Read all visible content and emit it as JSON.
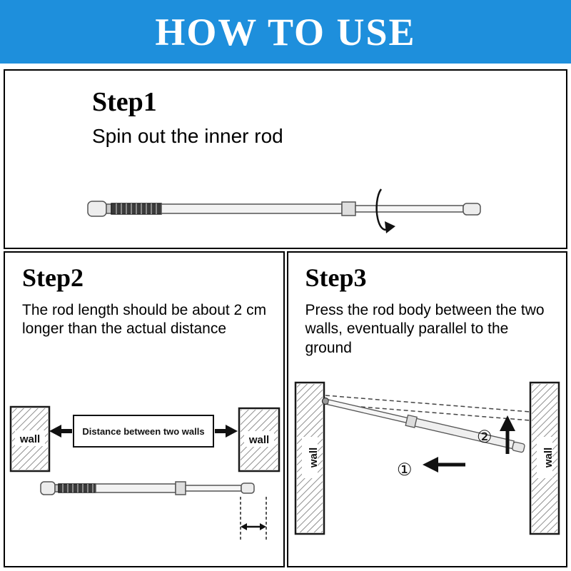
{
  "header": {
    "title": "HOW TO USE",
    "bg_color": "#1e8fdc",
    "text_color": "#ffffff"
  },
  "step1": {
    "title": "Step1",
    "description": "Spin out the inner rod"
  },
  "step2": {
    "title": "Step2",
    "description": "The rod length should be about 2 cm longer than the actual distance",
    "diagram": {
      "left_wall_label": "wall",
      "right_wall_label": "wall",
      "distance_label": "Distance between two walls"
    }
  },
  "step3": {
    "title": "Step3",
    "description": "Press the rod body between the two walls, eventually parallel to the ground",
    "diagram": {
      "left_wall_label": "wall",
      "right_wall_label": "wall",
      "marker_press": "①",
      "marker_lift": "②"
    }
  }
}
